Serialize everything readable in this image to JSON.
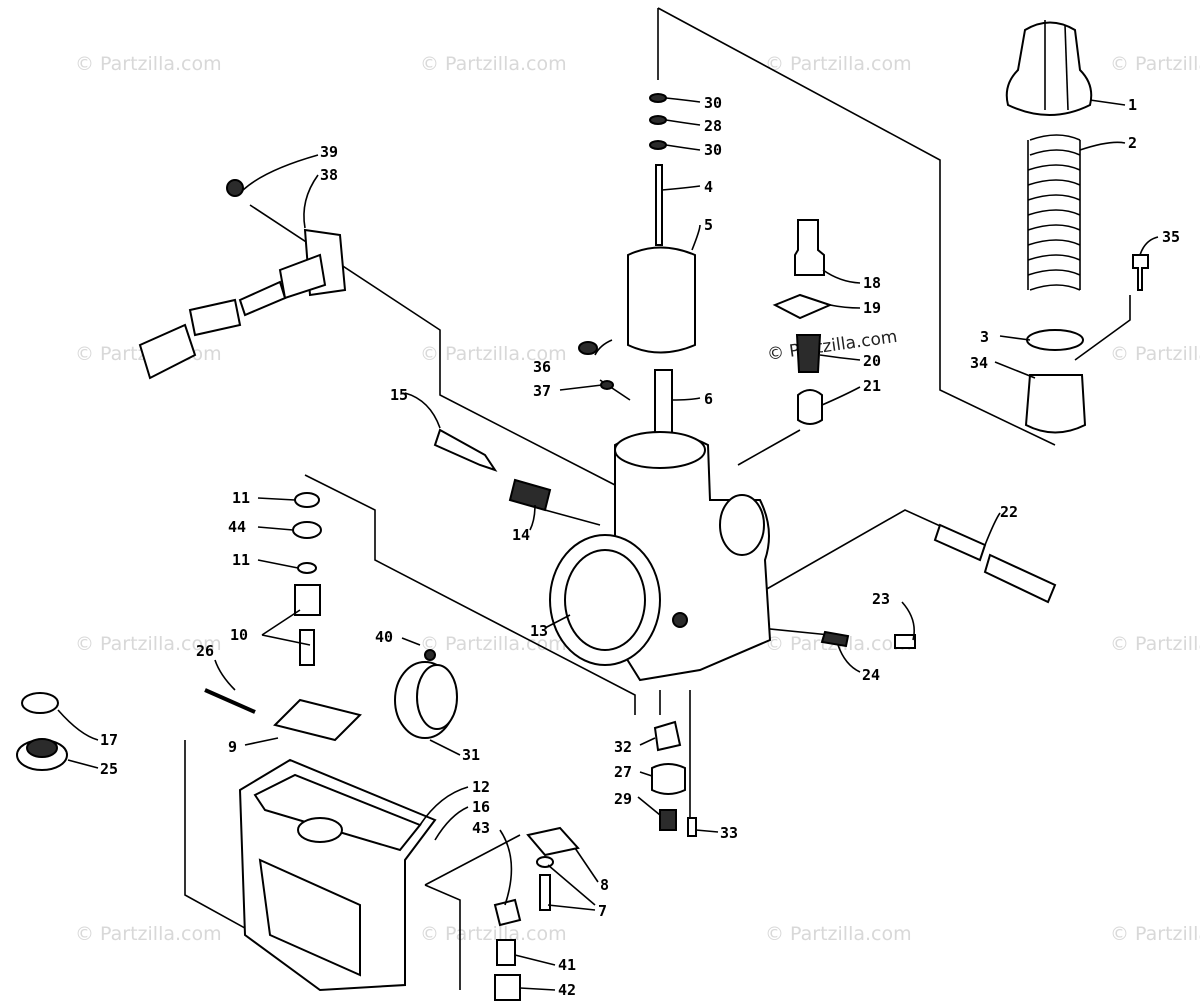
{
  "watermark": "© Partzilla.com",
  "labels": [
    {
      "n": "1"
    },
    {
      "n": "2"
    },
    {
      "n": "3"
    },
    {
      "n": "4"
    },
    {
      "n": "5"
    },
    {
      "n": "6"
    },
    {
      "n": "7"
    },
    {
      "n": "8"
    },
    {
      "n": "9"
    },
    {
      "n": "10"
    },
    {
      "n": "11"
    },
    {
      "n": "11"
    },
    {
      "n": "12"
    },
    {
      "n": "13"
    },
    {
      "n": "14"
    },
    {
      "n": "15"
    },
    {
      "n": "16"
    },
    {
      "n": "17"
    },
    {
      "n": "18"
    },
    {
      "n": "19"
    },
    {
      "n": "20"
    },
    {
      "n": "21"
    },
    {
      "n": "22"
    },
    {
      "n": "23"
    },
    {
      "n": "24"
    },
    {
      "n": "25"
    },
    {
      "n": "26"
    },
    {
      "n": "27"
    },
    {
      "n": "28"
    },
    {
      "n": "29"
    },
    {
      "n": "30"
    },
    {
      "n": "30"
    },
    {
      "n": "31"
    },
    {
      "n": "32"
    },
    {
      "n": "33"
    },
    {
      "n": "34"
    },
    {
      "n": "35"
    },
    {
      "n": "36"
    },
    {
      "n": "37"
    },
    {
      "n": "38"
    },
    {
      "n": "39"
    },
    {
      "n": "40"
    },
    {
      "n": "41"
    },
    {
      "n": "42"
    },
    {
      "n": "43"
    },
    {
      "n": "44"
    }
  ],
  "colors": {
    "ink": "#000000",
    "watermark": "#d8d8d8",
    "background": "#ffffff"
  }
}
